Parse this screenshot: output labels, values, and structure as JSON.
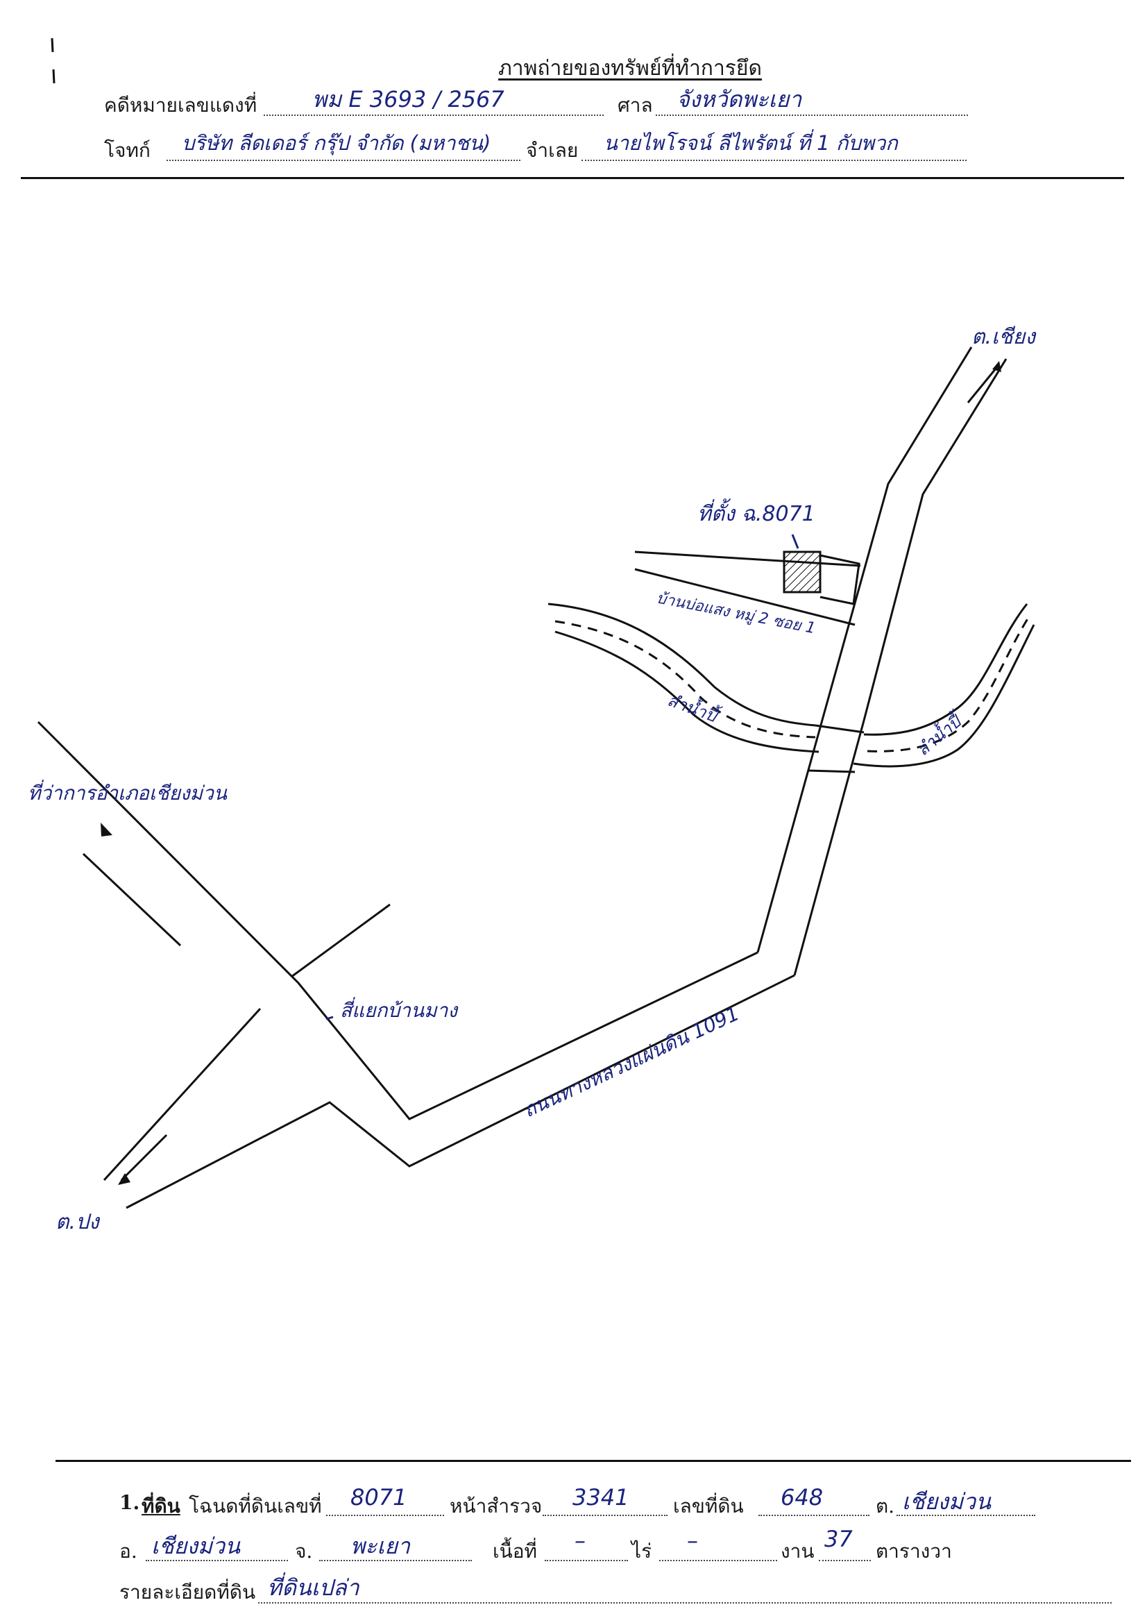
{
  "header": {
    "title": "ภาพถ่ายของทรัพย์ที่ทำการยึด",
    "case_no_label": "คดีหมายเลขแดงที่",
    "case_no_value": "พม E 3693 / 2567",
    "court_label": "ศาล",
    "court_value": "จังหวัดพะเยา",
    "plaintiff_label": "โจทก์",
    "plaintiff_value": "บริษัท ลีดเดอร์ กรุ๊ป จำกัด (มหาชน)",
    "defendant_label": "จำเลย",
    "defendant_value": "นายไพโรจน์ ลีไพรัตน์ ที่ 1 กับพวก"
  },
  "map": {
    "north_dest": "ต.เชียง",
    "parcel_label": "ที่ตั้ง ฉ.8071",
    "village_road": "บ้านบ่อแสง หมู่ 2 ซอย 1",
    "stream_left": "ลำน้ำปี้",
    "stream_right": "ลำน้ำปี้",
    "district_office": "ที่ว่าการอำเภอเชียงม่วน",
    "junction": "สี่แยกบ้านมาง",
    "highway": "ถนนทางหลวงแผ่นดิน 1091",
    "south_dest": "ต.ปง"
  },
  "land": {
    "heading_number": "1.",
    "heading_label": "ที่ดิน",
    "deed_label": "โฉนดที่ดินเลขที่",
    "deed_value": "8071",
    "survey_label": "หน้าสำรวจ",
    "survey_value": "3341",
    "parcel_label": "เลขที่ดิน",
    "parcel_value": "648",
    "tambon_label": "ต.",
    "tambon_value": "เชียงม่วน",
    "amphoe_label": "อ.",
    "amphoe_value": "เชียงม่วน",
    "province_label": "จ.",
    "province_value": "พะเยา",
    "area_label": "เนื้อที่",
    "rai_value": "–",
    "rai_label": "ไร่",
    "ngan_value": "–",
    "ngan_label": "งาน",
    "wa_value": "37",
    "wa_label": "ตารางวา",
    "detail_label": "รายละเอียดที่ดิน",
    "detail_value": "ที่ดินเปล่า"
  }
}
